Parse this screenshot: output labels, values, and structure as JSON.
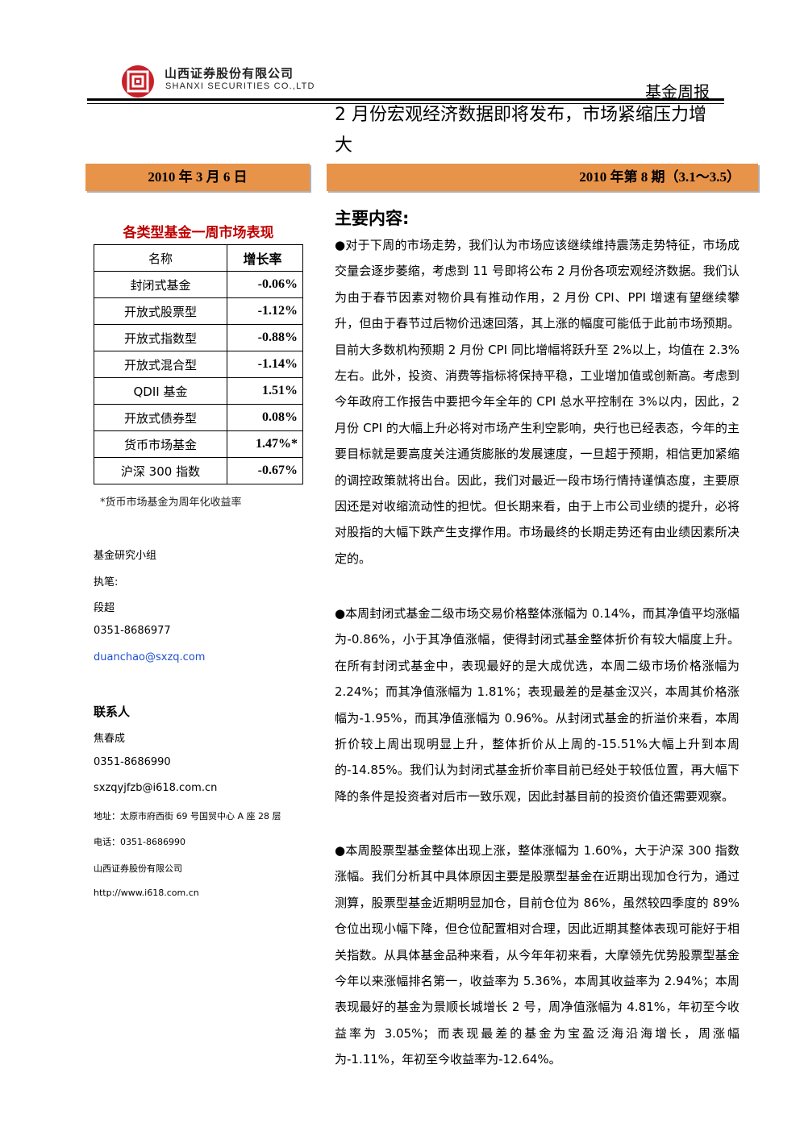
{
  "header": {
    "company_cn": "山西证券股份有限公司",
    "company_en": "SHANXI SECURITIES CO.,LTD",
    "report_type": "基金周报"
  },
  "headline": "2 月份宏观经济数据即将发布，市场紧缩压力增大",
  "date_bar": "2010 年 3 月 6 日",
  "issue_bar": "2010 年第 8 期（3.1～3.5）",
  "colors": {
    "accent": "#e8934a",
    "table_title": "#c00000",
    "logo": "#c8202a"
  },
  "table": {
    "title": "各类型基金一周市场表现",
    "headers": [
      "名称",
      "增长率"
    ],
    "rows": [
      {
        "name": "封闭式基金",
        "value": "-0.06%"
      },
      {
        "name": "开放式股票型",
        "value": "-1.12%"
      },
      {
        "name": "开放式指数型",
        "value": "-0.88%"
      },
      {
        "name": "开放式混合型",
        "value": "-1.14%"
      },
      {
        "name": "QDII 基金",
        "value": "1.51%"
      },
      {
        "name": "开放式债券型",
        "value": "0.08%"
      },
      {
        "name": "货币市场基金",
        "value": "1.47%*"
      },
      {
        "name": "沪深 300 指数",
        "value": "-0.67%"
      }
    ],
    "note": "*货币市场基金为周年化收益率"
  },
  "sidebar": {
    "group": "基金研究小组",
    "writer_label": "执笔:",
    "writer_name": "段超",
    "writer_phone": "0351-8686977",
    "writer_email": "duanchao@sxzq.com",
    "contact_label": "联系人",
    "contact_name": "焦春成",
    "contact_phone": "0351-8686990",
    "contact_email": "sxzqyjfzb@i618.com.cn",
    "address": "地址：太原市府西街 69 号国贸中心 A 座 28 层",
    "tel": "电话：0351-8686990",
    "company": "山西证券股份有限公司",
    "url": "http://www.i618.com.cn"
  },
  "main": {
    "title": "主要内容:",
    "paragraphs": [
      "●对于下周的市场走势，我们认为市场应该继续维持震荡走势特征，市场成交量会逐步萎缩，考虑到 11 号即将公布 2 月份各项宏观经济数据。我们认为由于春节因素对物价具有推动作用，2 月份 CPI、PPI 增速有望继续攀升，但由于春节过后物价迅速回落，其上涨的幅度可能低于此前市场预期。目前大多数机构预期 2 月份 CPI 同比增幅将跃升至 2%以上，均值在 2.3%左右。此外，投资、消费等指标将保持平稳，工业增加值或创新高。考虑到今年政府工作报告中要把今年全年的 CPI 总水平控制在 3%以内，因此，2 月份 CPI 的大幅上升必将对市场产生利空影响，央行也已经表态，今年的主要目标就是要高度关注通货膨胀的发展速度，一旦超于预期，相信更加紧缩的调控政策就将出台。因此，我们对最近一段市场行情持谨慎态度，主要原因还是对收缩流动性的担忧。但长期来看，由于上市公司业绩的提升，必将对股指的大幅下跌产生支撑作用。市场最终的长期走势还有由业绩因素所决定的。",
      "●本周封闭式基金二级市场交易价格整体涨幅为 0.14%，而其净值平均涨幅为-0.86%，小于其净值涨幅，使得封闭式基金整体折价有较大幅度上升。在所有封闭式基金中，表现最好的是大成优选，本周二级市场价格涨幅为 2.24%；而其净值涨幅为 1.81%；表现最差的是基金汉兴，本周其价格涨幅为-1.95%，而其净值涨幅为 0.96%。从封闭式基金的折溢价来看，本周折价较上周出现明显上升，整体折价从上周的-15.51%大幅上升到本周的-14.85%。我们认为封闭式基金折价率目前已经处于较低位置，再大幅下降的条件是投资者对后市一致乐观，因此封基目前的投资价值还需要观察。",
      "●本周股票型基金整体出现上涨，整体涨幅为 1.60%，大于沪深 300 指数涨幅。我们分析其中具体原因主要是股票型基金在近期出现加仓行为，通过测算，股票型基金近期明显加仓，目前仓位为 86%，虽然较四季度的 89%仓位出现小幅下降，但仓位配置相对合理，因此近期其整体表现可能好于相关指数。从具体基金品种来看，从今年年初来看，大摩领先优势股票型基金今年以来涨幅排名第一，收益率为 5.36%，本周其收益率为 2.94%；本周表现最好的基金为景顺长城增长 2 号，周净值涨幅为 4.81%，年初至今收益率为 3.05%；而表现最差的基金为宝盈泛海沿海增长，周涨幅为-1.11%，年初至今收益率为-12.64%。"
    ]
  }
}
